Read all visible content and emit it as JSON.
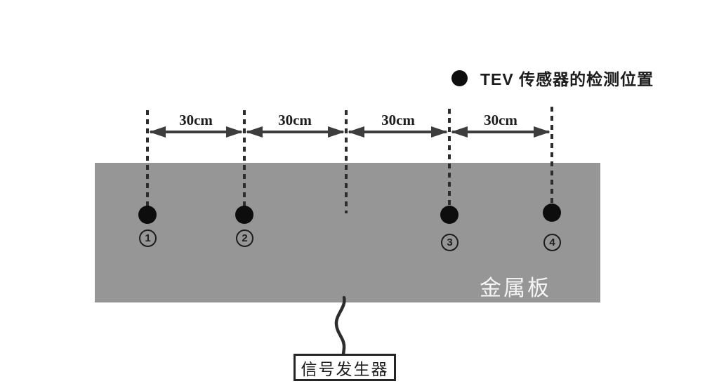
{
  "legend": {
    "marker": "filled-circle-icon",
    "label": "TEV 传感器的检测位置"
  },
  "spacing_labels": [
    "30cm",
    "30cm",
    "30cm",
    "30cm"
  ],
  "sensors": [
    {
      "digit": "1",
      "circled": "①"
    },
    {
      "digit": "2",
      "circled": "②"
    },
    {
      "digit": "3",
      "circled": "③"
    },
    {
      "digit": "4",
      "circled": "④"
    }
  ],
  "plate": {
    "label": "金属板",
    "fill": "#969696"
  },
  "generator": {
    "label": "信号发生器"
  },
  "colors": {
    "background": "#ffffff",
    "plate": "#969696",
    "dashed_line": "#2d2d2d",
    "arrow": "#3d3d3d",
    "sensor_dot": "#0d0d0d",
    "text": "#1c1c1c",
    "plate_label_text": "#f4f4f4"
  }
}
